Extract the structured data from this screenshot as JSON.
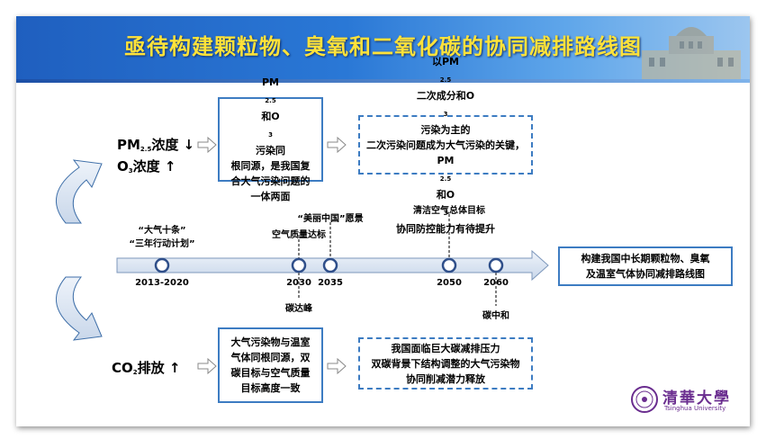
{
  "title": "亟待构建颗粒物、臭氧和二氧化碳的协同减排路线图",
  "left_top": {
    "pm_prefix": "PM",
    "pm_sub": "2.5",
    "pm_suffix": "浓度 ↓",
    "o_prefix": "O",
    "o_sub": "3",
    "o_suffix": "浓度 ↑"
  },
  "left_bottom": {
    "co_prefix": "CO",
    "co_sub": "2",
    "co_suffix": "排放 ↑"
  },
  "box_top_solid": {
    "l1_a": "PM",
    "l1_sub1": "2.5",
    "l1_b": "和O",
    "l1_sub2": "3",
    "l1_c": "污染同",
    "l2": "根同源，是我国复",
    "l3": "合大气污染问题的",
    "l4": "一体两面"
  },
  "box_top_dashed": {
    "l1_a": "以PM",
    "l1_sub1": "2.5",
    "l1_b": "二次成分和O",
    "l1_sub2": "3",
    "l1_c": "污染为主的",
    "l2": "二次污染问题成为大气污染的关键，",
    "l3_a": "PM",
    "l3_sub1": "2.5",
    "l3_b": "和O",
    "l3_sub2": "3",
    "l3_c": "协同防控能力有待提升"
  },
  "box_bottom_solid": {
    "l1": "大气污染物与温室",
    "l2": "气体同根同源，双",
    "l3": "碳目标与空气质量",
    "l4": "目标高度一致"
  },
  "box_bottom_dashed": {
    "l1": "我国面临巨大碳减排压力",
    "l2": "双碳背景下结构调整的大气污染物",
    "l3": "协同削减潜力释放"
  },
  "box_right": {
    "l1": "构建我国中长期颗粒物、臭氧",
    "l2": "及温室气体协同减排路线图"
  },
  "timeline": {
    "points": [
      {
        "year": "2013-2020",
        "label_above_1": "“大气十条”",
        "label_above_2": "“三年行动计划”"
      },
      {
        "year": "2030",
        "label_above": "空气质量达标",
        "label_below": "碳达峰"
      },
      {
        "year": "2035",
        "label_above": "“美丽中国”愿景"
      },
      {
        "year": "2050",
        "label_above": "清洁空气总体目标"
      },
      {
        "year": "2060",
        "label_below": "碳中和"
      }
    ]
  },
  "logo": {
    "name_cn": "清華大學",
    "name_en": "Tsinghua University"
  },
  "colors": {
    "accent": "#3d7cc2",
    "title_text": "#ffe23a",
    "header_blue": "#2a78d6",
    "arrow_fill": "#dce6f2",
    "logo_purple": "#6a2d8f"
  }
}
